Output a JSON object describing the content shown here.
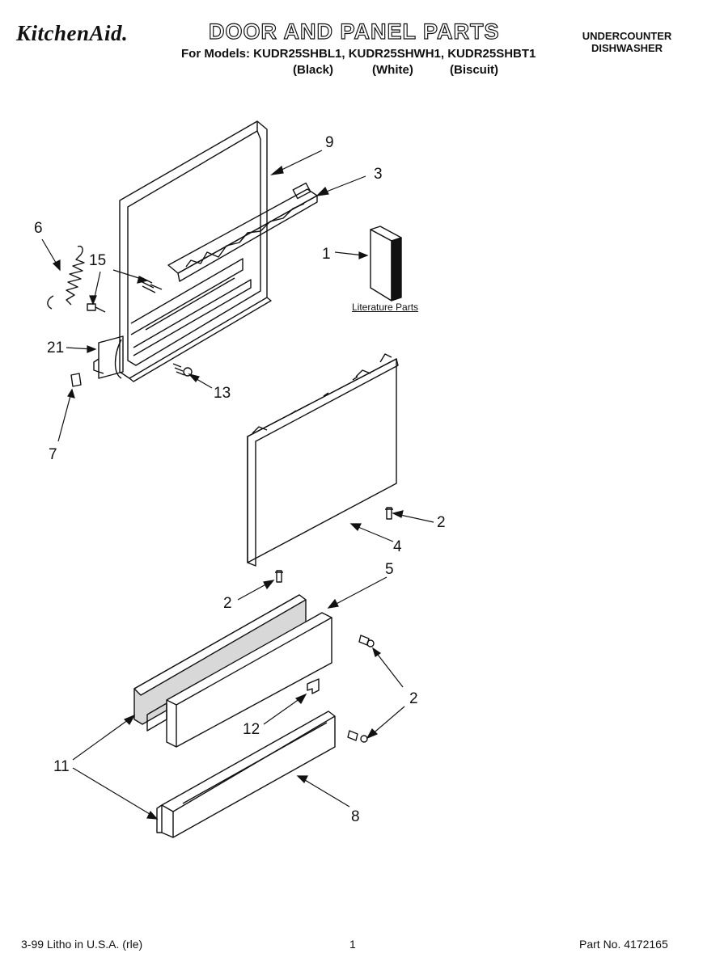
{
  "header": {
    "brand": "KitchenAid.",
    "title": "DOOR AND PANEL PARTS",
    "models_line": "For Models: KUDR25SHBL1, KUDR25SHWH1, KUDR25SHBT1",
    "variants": [
      "(Black)",
      "(White)",
      "(Biscuit)"
    ],
    "product_type_line1": "UNDERCOUNTER",
    "product_type_line2": "DISHWASHER"
  },
  "callouts": [
    "9",
    "3",
    "6",
    "15",
    "1",
    "21",
    "13",
    "7",
    "2",
    "4",
    "5",
    "2",
    "2",
    "12",
    "11",
    "8"
  ],
  "literature_label": "Literature Parts",
  "footer": {
    "left": "3-99 Litho in U.S.A. (rle)",
    "center": "1",
    "right": "Part No. 4172165"
  }
}
